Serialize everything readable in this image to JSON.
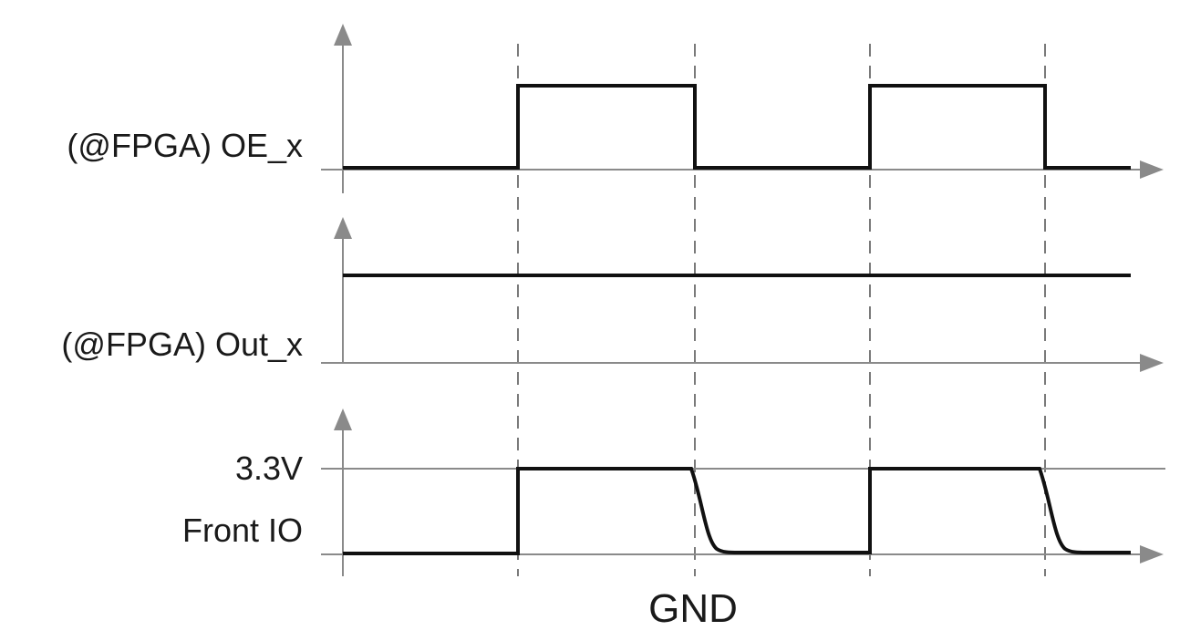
{
  "signals": [
    {
      "id": "oe",
      "label": "(@FPGA) OE_x",
      "kind": "square",
      "levels": [
        0,
        1,
        0,
        1,
        0
      ]
    },
    {
      "id": "out",
      "label": "(@FPGA) Out_x",
      "kind": "constant_high"
    },
    {
      "id": "front",
      "label": "Front IO",
      "kind": "square_slow_fall",
      "levels": [
        0,
        1,
        0,
        1,
        0
      ],
      "high_label": "3.3V"
    }
  ],
  "bottom_label": "GND",
  "colors": {
    "axis": "#8a8a8a",
    "waveform": "#111111",
    "text": "#1a1a1a"
  }
}
